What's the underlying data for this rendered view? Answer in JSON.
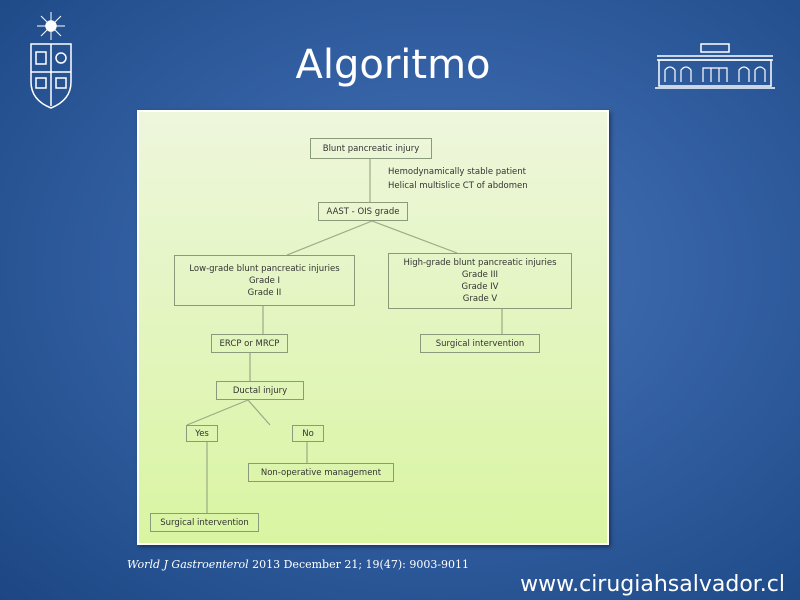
{
  "slide": {
    "title": "Algoritmo",
    "citation_journal": "World J Gastroenterol",
    "citation_rest": " 2013 December 21; 19(47): 9003-9011",
    "website": "www.cirugiahsalvador.cl"
  },
  "diagram": {
    "start": "Blunt pancreatic injury",
    "note1": "Hemodynamically stable patient",
    "note2": "Helical multislice CT of abdomen",
    "grade": "AAST - OIS grade",
    "low": {
      "title": "Low-grade blunt pancreatic injuries",
      "g1": "Grade I",
      "g2": "Grade II"
    },
    "high": {
      "title": "High-grade blunt pancreatic injuries",
      "g1": "Grade III",
      "g2": "Grade IV",
      "g3": "Grade V"
    },
    "ercp": "ERCP or MRCP",
    "surgical_high": "Surgical intervention",
    "ductal": "Ductal injury",
    "yes": "Yes",
    "no": "No",
    "nonop": "Non-operative management",
    "surgical_yes": "Surgical intervention"
  }
}
